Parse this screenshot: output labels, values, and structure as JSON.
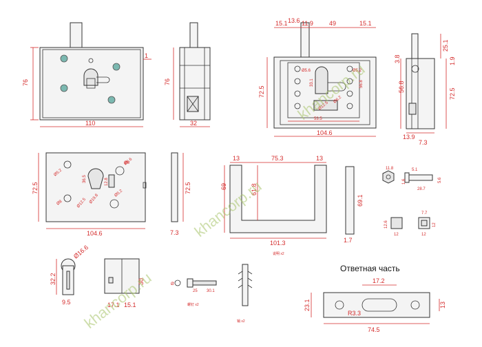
{
  "diagram": {
    "reply_part_title": "Ответная часть",
    "watermark": "khancorp.ru",
    "notes": [
      "说明 x2",
      "螺钉 x2",
      "销 x2"
    ],
    "dims": {
      "front_height": "76",
      "front_width": "110",
      "front_offset": "1",
      "side_height": "76",
      "side_width": "32",
      "top_a": "15.1",
      "top_b": "13.6",
      "top_c": "11.9",
      "top_d": "49",
      "top_e": "15.1",
      "big_h": "72.5",
      "big_w": "104.6",
      "big_inner_w": "53.5",
      "big_inner_h": "56.8",
      "big_d1": "33.1",
      "big_d2": "Ø5.6",
      "big_d3": "Ø12.5",
      "big_d4": "Ø5.2",
      "big_d5": "Ø6.2",
      "rs_a": "3.8",
      "rs_b": "25.1",
      "rs_c": "1.9",
      "rs_d": "56.8",
      "rs_e": "72.5",
      "rs_f": "13.9",
      "rs_g": "7.3",
      "plate_h": "72.5",
      "plate_w": "104.6",
      "plate_d1": "Ø5.2",
      "plate_d2": "36.5",
      "plate_d3": "12.8",
      "plate_d4": "Ø19.8",
      "plate_d5": "Ø12.5",
      "plate_d6": "Ø6",
      "plate_d7": "Ø8",
      "plate_d8": "Ø5.2",
      "plate_d9": "Ø6.6",
      "plate_side_h": "72.5",
      "plate_side_w": "7.3",
      "u_a": "13",
      "u_b": "75.3",
      "u_c": "13",
      "u_h1": "69",
      "u_h2": "61.8",
      "u_w": "101.3",
      "bar_h": "69.1",
      "bar_w": "1.7",
      "screw_a": "11.8",
      "screw_b": "5.1",
      "screw_c": "1.6",
      "screw_d": "28.7",
      "screw_e": "5.6",
      "sq_a": "12.6",
      "sq_b": "12",
      "sq_c": "7.7",
      "sq_d": "12",
      "sq_e": "12",
      "cyl_h": "32.2",
      "cyl_w": "9.5",
      "cyl_d": "Ø16.6",
      "cyl2_h": "30",
      "cyl2_a": "17.1",
      "cyl2_b": "15.1",
      "bolt_a": "Ø",
      "bolt_b": "25",
      "bolt_c": "30.1",
      "rp_a": "17.2",
      "rp_h": "23.1",
      "rp_w": "74.5",
      "rp_r": "R3.3",
      "rp_b": "13"
    }
  }
}
